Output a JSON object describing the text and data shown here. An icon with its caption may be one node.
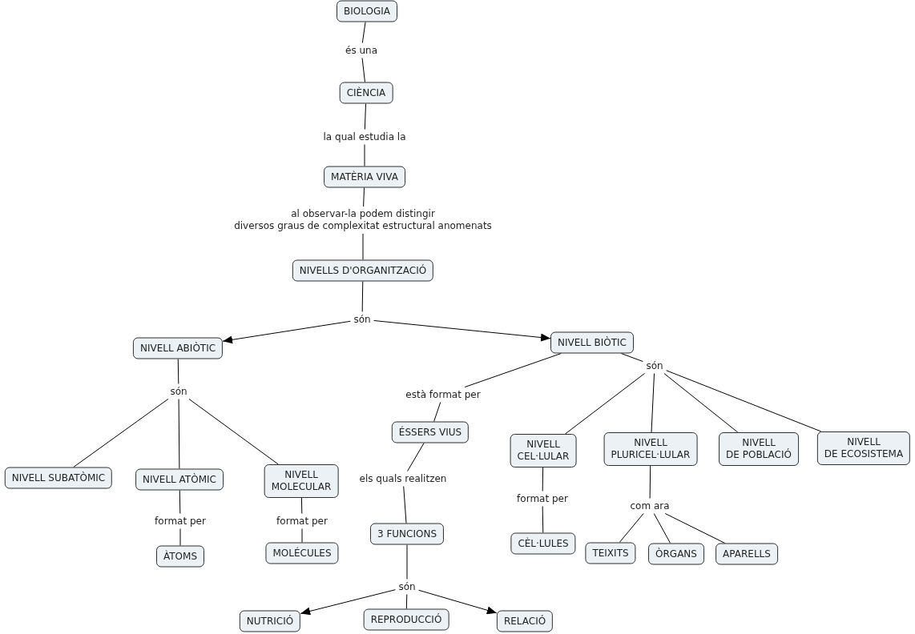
{
  "diagram": {
    "nodes": [
      {
        "text": [
          "BIOLOGIA"
        ]
      },
      {
        "text": [
          "és una"
        ]
      },
      {
        "text": [
          "CIÈNCIA"
        ]
      },
      {
        "text": [
          "la qual estudia la"
        ]
      },
      {
        "text": [
          "MATÈRIA VIVA"
        ]
      },
      {
        "text": [
          "al observar-la podem distingir diversos graus de complexitat estructural anomenats"
        ]
      },
      {
        "text": [
          "NIVELLS D'ORGANITZACIÓ"
        ]
      },
      {
        "text": [
          "són"
        ]
      },
      {
        "text": [
          "NIVELL ABIÒTIC"
        ]
      },
      {
        "text": [
          "NIVELL BIÒTIC"
        ]
      },
      {
        "text": [
          "són"
        ]
      },
      {
        "text": [
          "NIVELL SUBATÒMIC"
        ]
      },
      {
        "text": [
          "NIVELL ATÒMIC"
        ]
      },
      {
        "text": [
          "NIVELL MOLECULAR"
        ]
      },
      {
        "text": [
          "format per"
        ]
      },
      {
        "text": [
          "ÀTOMS"
        ]
      },
      {
        "text": [
          "format per"
        ]
      },
      {
        "text": [
          "MOLÉCULES"
        ]
      },
      {
        "text": [
          "està format per"
        ]
      },
      {
        "text": [
          "són"
        ]
      },
      {
        "text": [
          "ÉSSERS VIUS"
        ]
      },
      {
        "text": [
          "els quals realitzen"
        ]
      },
      {
        "text": [
          "NIVELL CEL·LULAR"
        ]
      },
      {
        "text": [
          "NIVELL PLURICEL·LULAR"
        ]
      },
      {
        "text": [
          "NIVELL DE POBLACIÓ"
        ]
      },
      {
        "text": [
          "NIVELL DE ECOSISTEMA"
        ]
      },
      {
        "text": [
          "format per"
        ]
      },
      {
        "text": [
          "com ara"
        ]
      },
      {
        "text": [
          "3 FUNCIONS"
        ]
      },
      {
        "text": [
          "CÈL·LULES"
        ]
      },
      {
        "text": [
          "TEIXITS"
        ]
      },
      {
        "text": [
          "ÒRGANS"
        ]
      },
      {
        "text": [
          "APARELLS"
        ]
      },
      {
        "text": [
          "són"
        ]
      },
      {
        "text": [
          "NUTRICIÓ"
        ]
      },
      {
        "text": [
          "REPRODUCCIÓ"
        ]
      },
      {
        "text": [
          "RELACIÓ"
        ]
      }
    ],
    "edges": [
      {
        "from": 0,
        "to": 1,
        "arrow": "none"
      },
      {
        "from": 1,
        "to": 2,
        "arrow": "none"
      },
      {
        "from": 2,
        "to": 3,
        "arrow": "none"
      },
      {
        "from": 3,
        "to": 4,
        "arrow": "none"
      },
      {
        "from": 4,
        "to": 5,
        "arrow": "none"
      },
      {
        "from": 5,
        "to": 6,
        "arrow": "none"
      },
      {
        "from": 6,
        "to": 7,
        "arrow": "none"
      },
      {
        "from": 7,
        "to": 8,
        "arrow": "to"
      },
      {
        "from": 7,
        "to": 9,
        "arrow": "to"
      },
      {
        "from": 8,
        "to": 10,
        "arrow": "none"
      },
      {
        "from": 10,
        "to": 11,
        "arrow": "none"
      },
      {
        "from": 10,
        "to": 12,
        "arrow": "none"
      },
      {
        "from": 10,
        "to": 13,
        "arrow": "none"
      },
      {
        "from": 12,
        "to": 14,
        "arrow": "none"
      },
      {
        "from": 14,
        "to": 15,
        "arrow": "none"
      },
      {
        "from": 13,
        "to": 16,
        "arrow": "none"
      },
      {
        "from": 16,
        "to": 17,
        "arrow": "none"
      },
      {
        "from": 9,
        "to": 18,
        "arrow": "none"
      },
      {
        "from": 18,
        "to": 20,
        "arrow": "none"
      },
      {
        "from": 9,
        "to": 19,
        "arrow": "none"
      },
      {
        "from": 19,
        "to": 22,
        "arrow": "none"
      },
      {
        "from": 19,
        "to": 23,
        "arrow": "none"
      },
      {
        "from": 19,
        "to": 24,
        "arrow": "none"
      },
      {
        "from": 19,
        "to": 25,
        "arrow": "none"
      },
      {
        "from": 20,
        "to": 21,
        "arrow": "none"
      },
      {
        "from": 21,
        "to": 28,
        "arrow": "none"
      },
      {
        "from": 22,
        "to": 26,
        "arrow": "none"
      },
      {
        "from": 26,
        "to": 29,
        "arrow": "none"
      },
      {
        "from": 23,
        "to": 27,
        "arrow": "none"
      },
      {
        "from": 27,
        "to": 30,
        "arrow": "none"
      },
      {
        "from": 27,
        "to": 31,
        "arrow": "none"
      },
      {
        "from": 27,
        "to": 32,
        "arrow": "none"
      },
      {
        "from": 28,
        "to": 33,
        "arrow": "none"
      },
      {
        "from": 33,
        "to": 34,
        "arrow": "to"
      },
      {
        "from": 33,
        "to": 35,
        "arrow": "none"
      },
      {
        "from": 33,
        "to": 36,
        "arrow": "to"
      }
    ]
  }
}
